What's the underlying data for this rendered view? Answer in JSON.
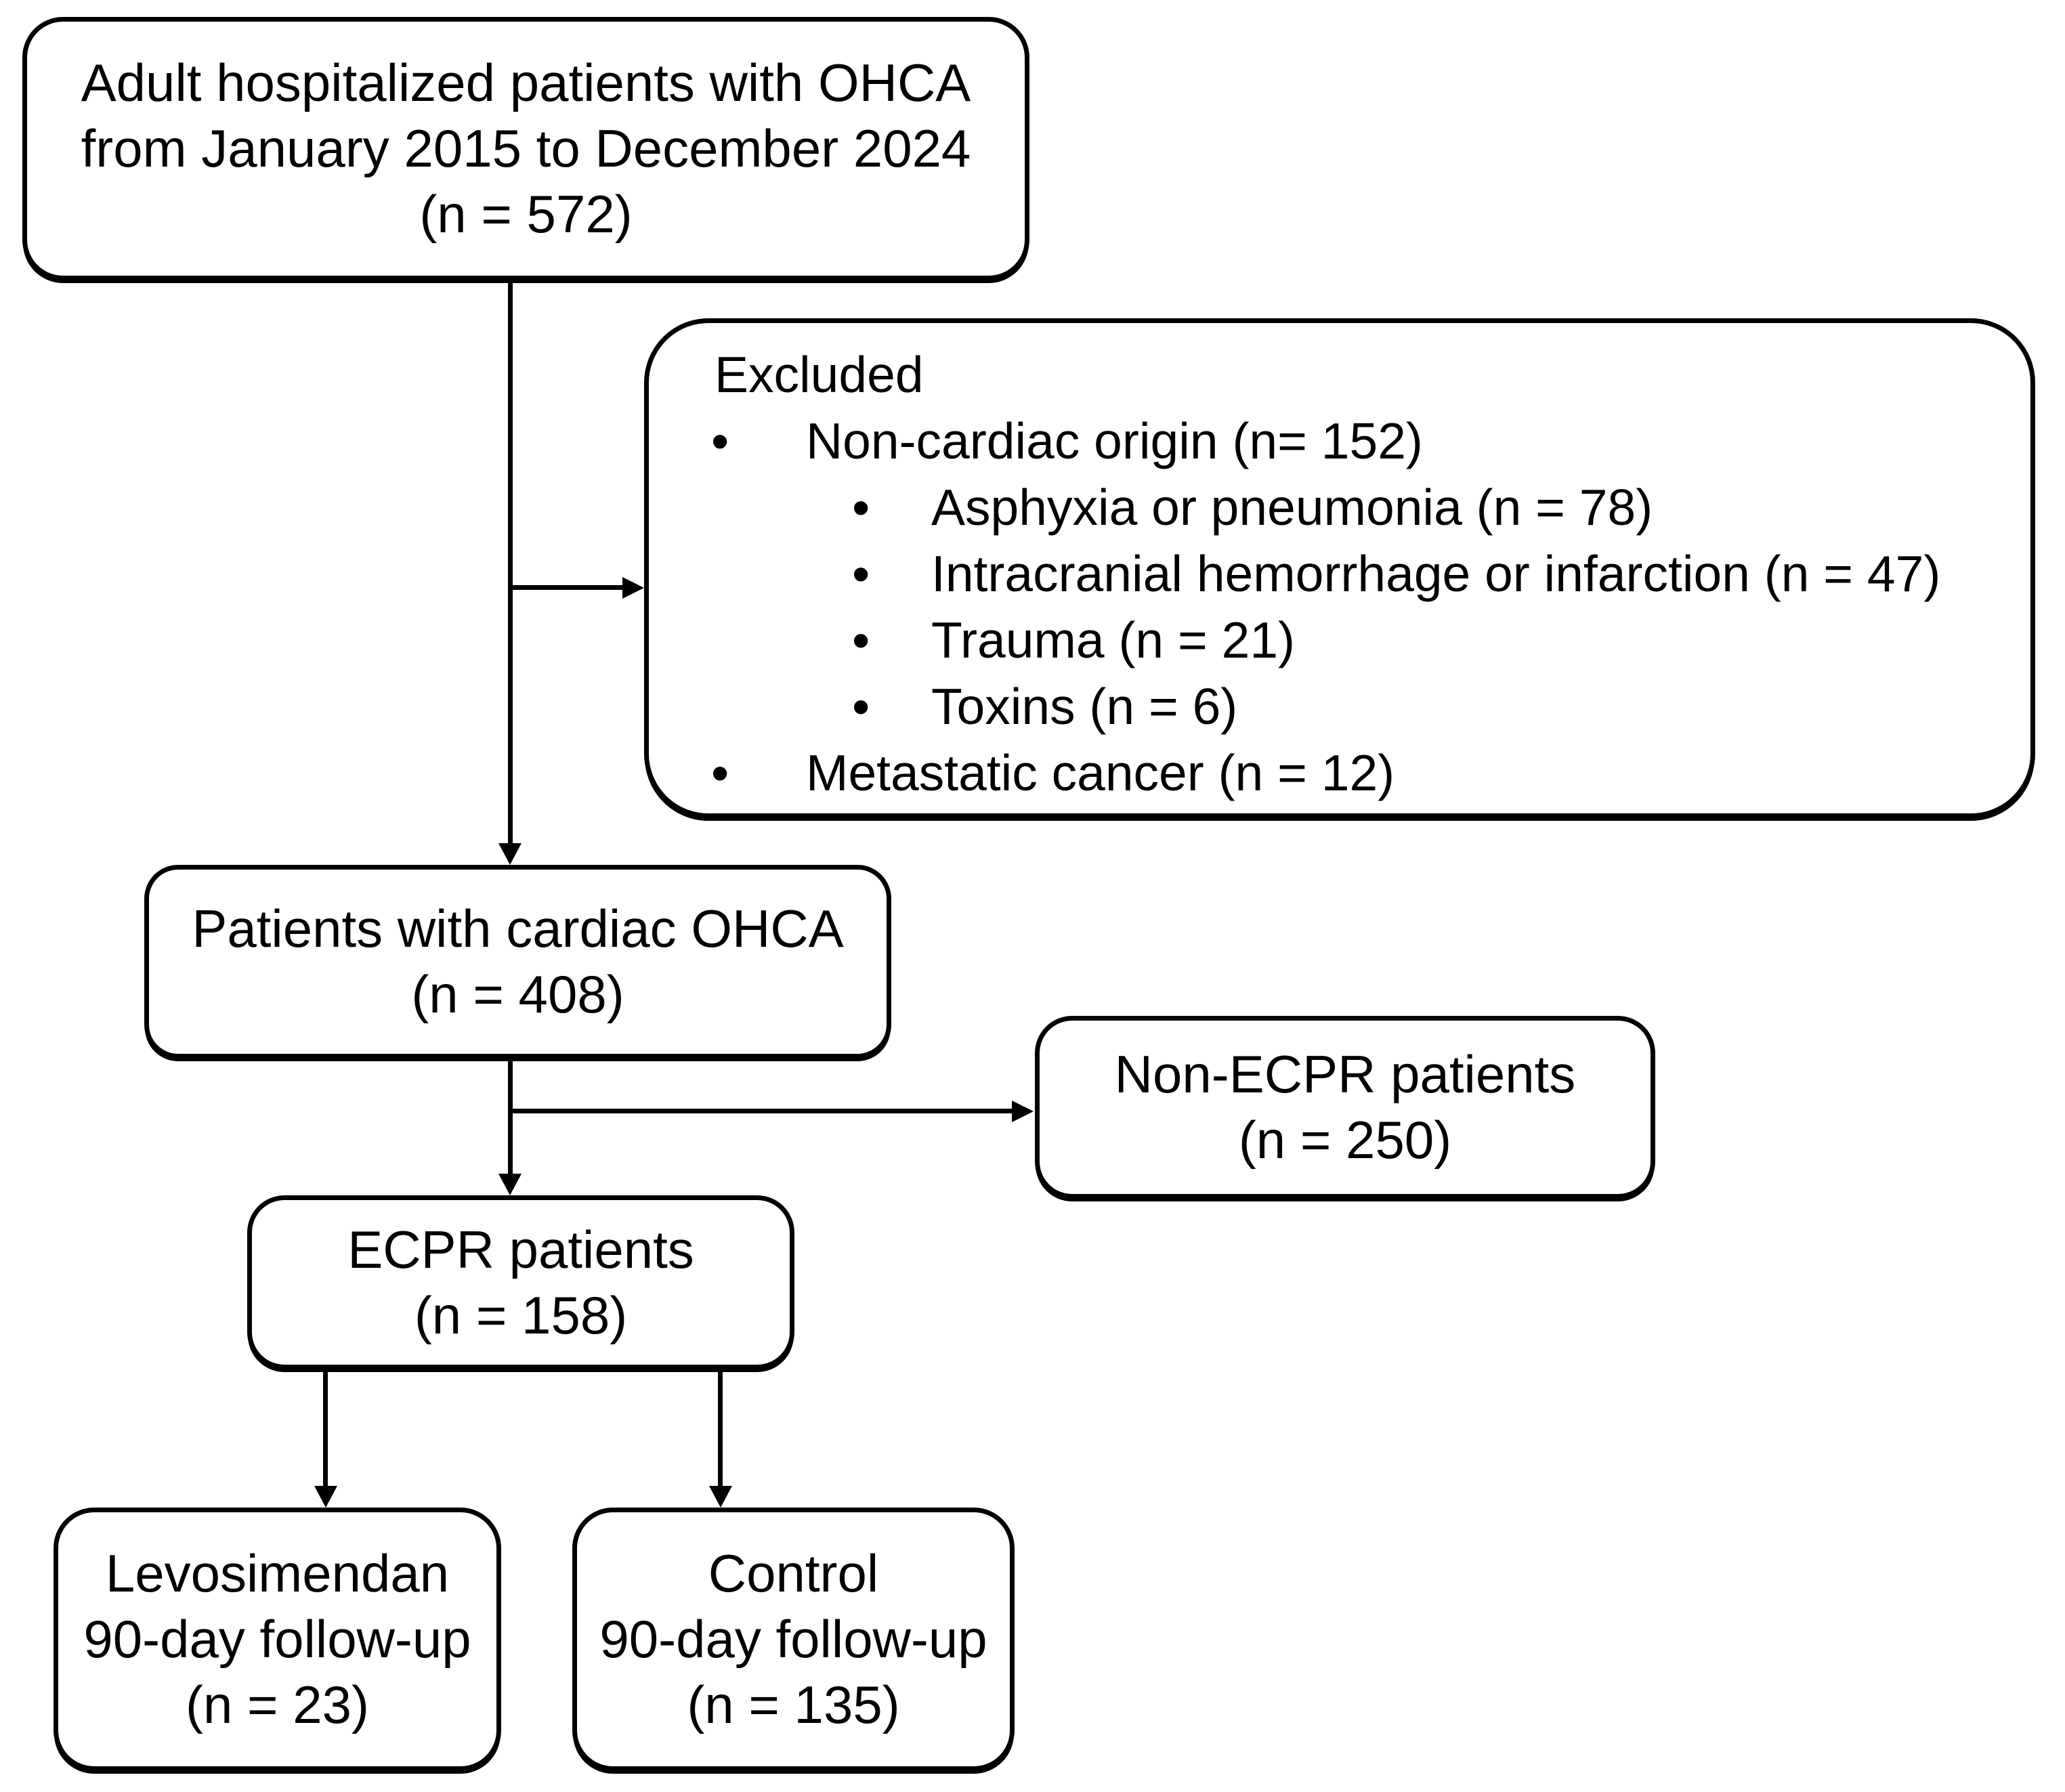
{
  "figure": {
    "colors": {
      "background": "#ffffff",
      "stroke": "#000000",
      "text": "#000000"
    },
    "bullet_char": "•",
    "boxes": {
      "enrollment": {
        "lines": [
          "Adult hospitalized patients with OHCA",
          "from January 2015 to December 2024",
          "(n = 572)"
        ]
      },
      "excluded": {
        "title": "Excluded",
        "items": [
          {
            "indent": 1,
            "text": "Non-cardiac origin (n= 152)"
          },
          {
            "indent": 2,
            "text": "Asphyxia or pneumonia (n = 78)"
          },
          {
            "indent": 2,
            "text": "Intracranial hemorrhage or infarction (n = 47)"
          },
          {
            "indent": 2,
            "text": "Trauma (n = 21)"
          },
          {
            "indent": 2,
            "text": "Toxins (n = 6)"
          },
          {
            "indent": 1,
            "text": "Metastatic cancer (n = 12)"
          }
        ]
      },
      "cardiac_ohca": {
        "lines": [
          "Patients with cardiac OHCA",
          "(n = 408)"
        ]
      },
      "non_ecpr": {
        "lines": [
          "Non-ECPR patients",
          "(n = 250)"
        ]
      },
      "ecpr": {
        "lines": [
          "ECPR patients",
          "(n = 158)"
        ]
      },
      "levosimendan": {
        "lines": [
          "Levosimendan",
          "90-day follow-up",
          "(n = 23)"
        ]
      },
      "control": {
        "lines": [
          "Control",
          "90-day follow-up",
          "(n = 135)"
        ]
      }
    }
  }
}
